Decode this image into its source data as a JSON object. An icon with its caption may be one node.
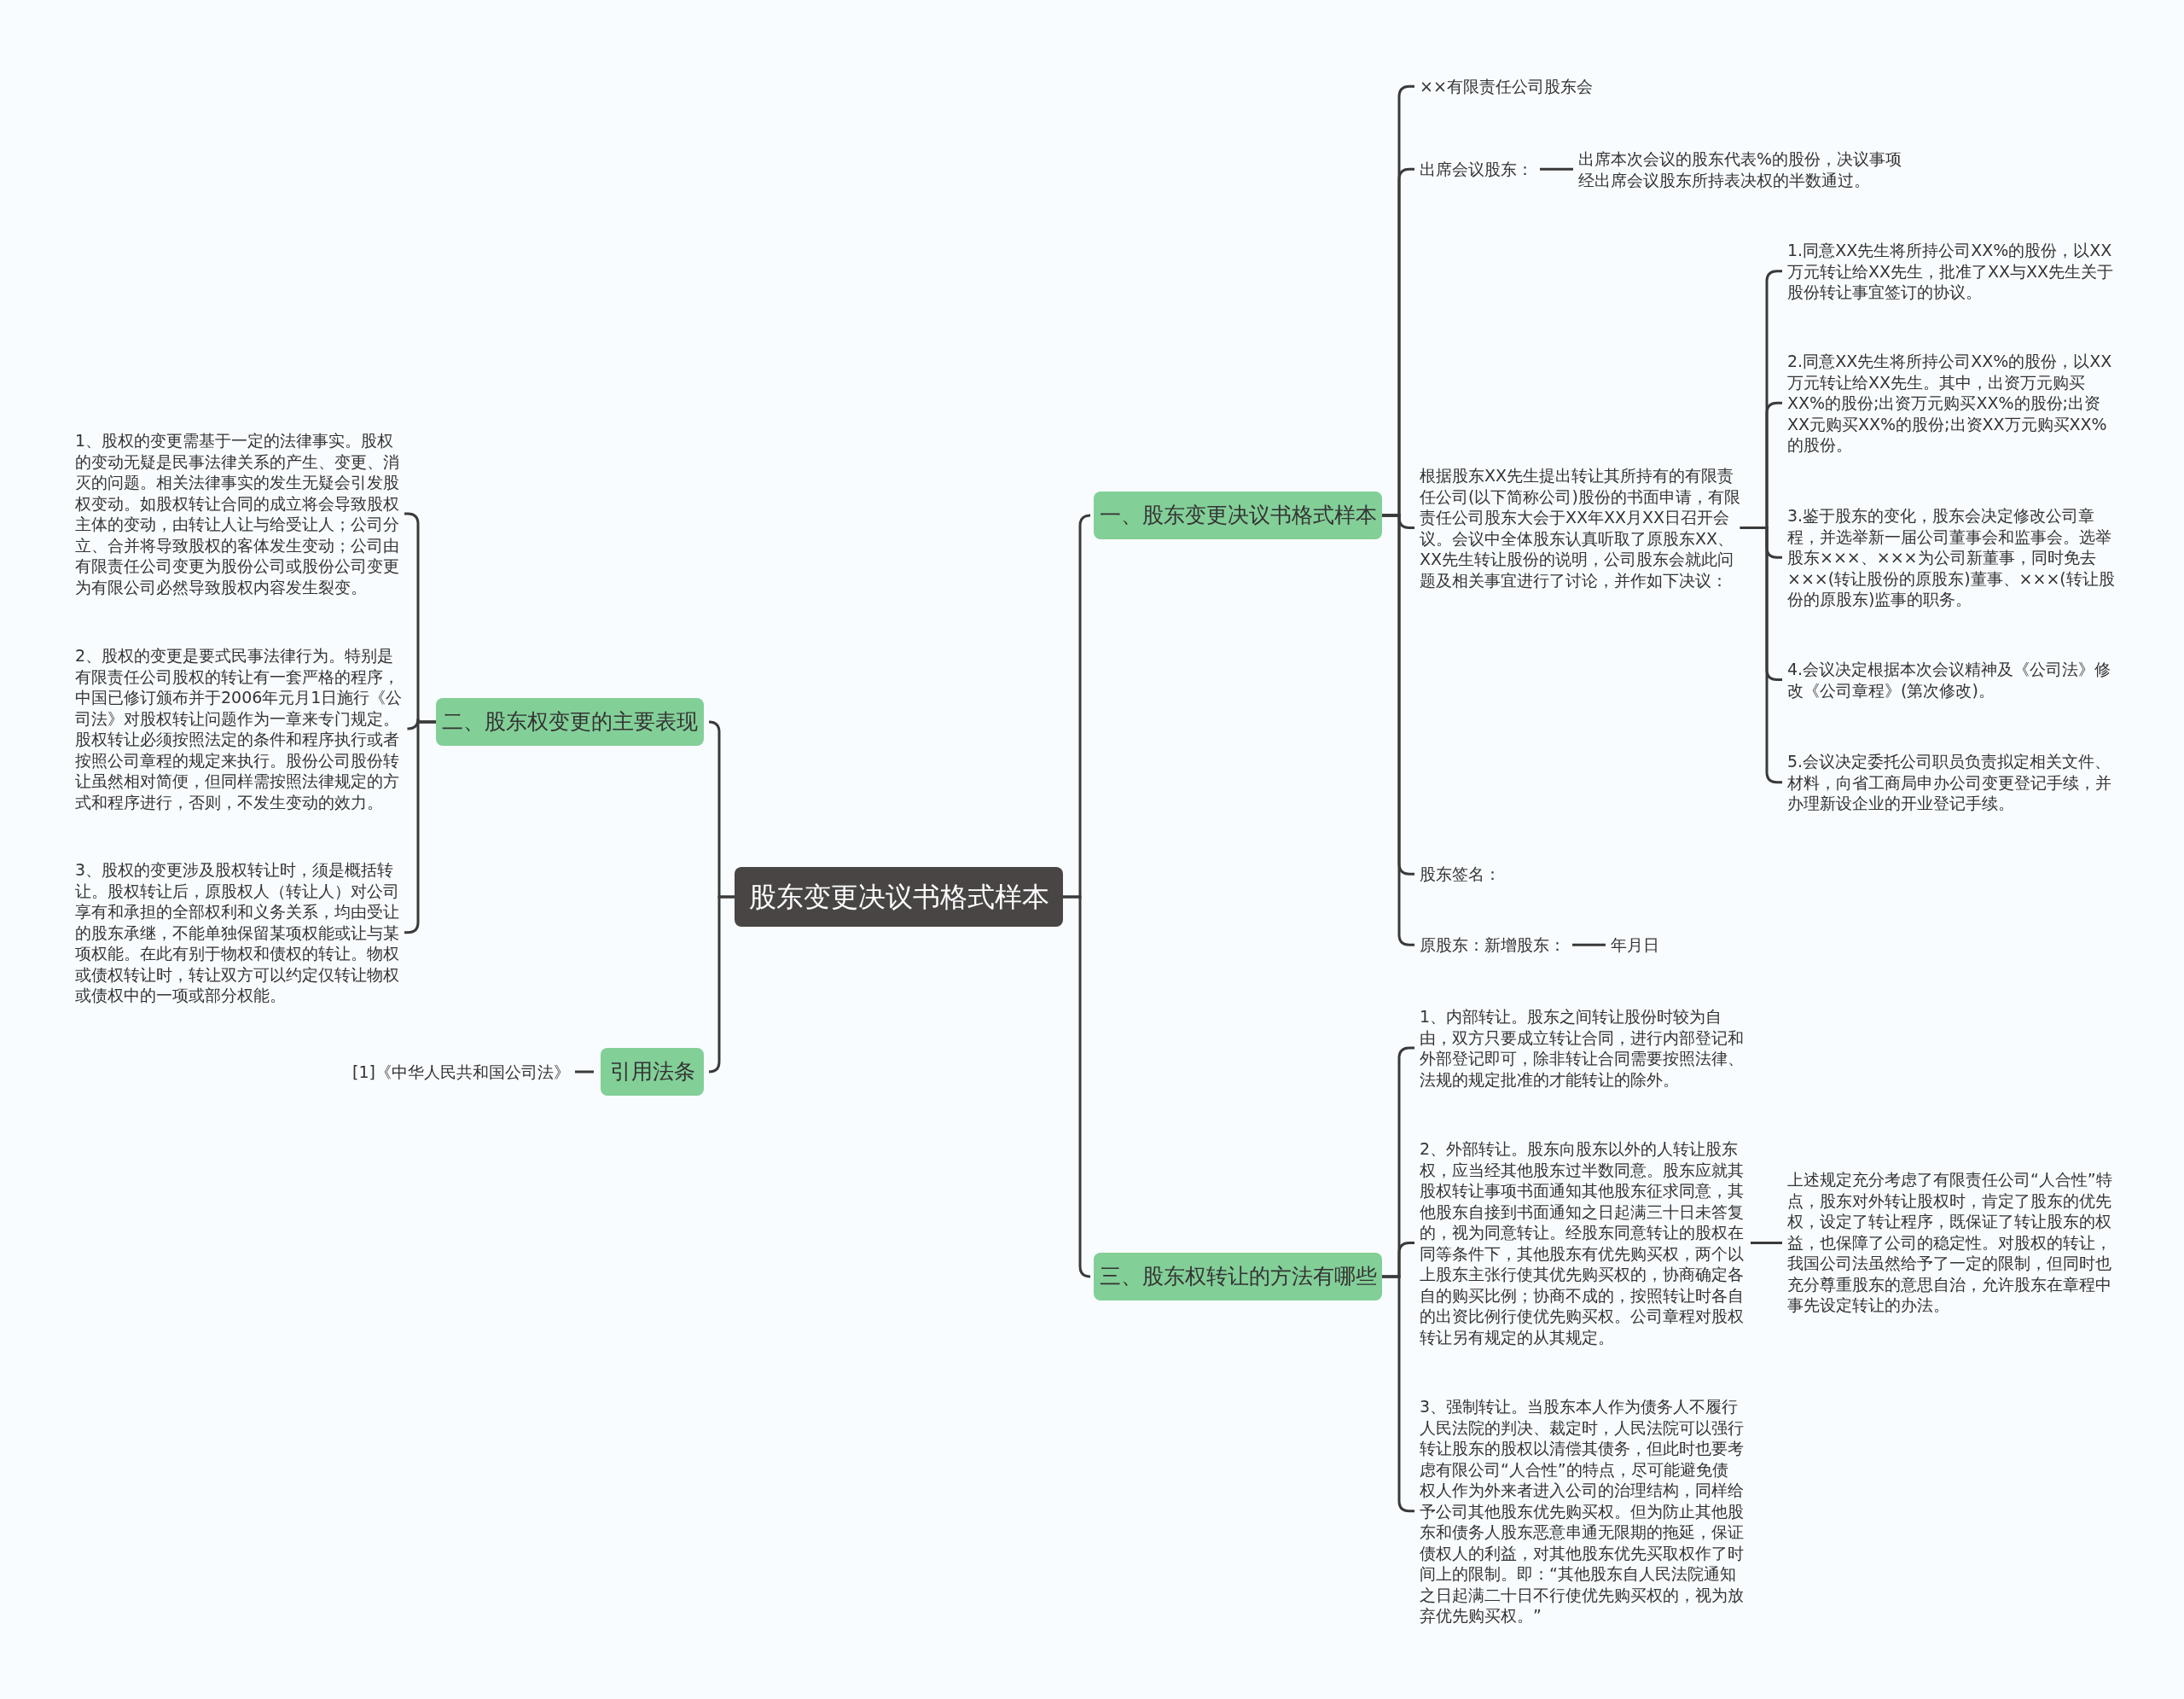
{
  "diagram": {
    "nodes": [
      {
        "text": [
          "股东变更决议书格式样本"
        ]
      },
      {
        "text": [
          "一、股东变更决议书格式样本"
        ]
      },
      {
        "text": [
          "二、股东权变更的主要表现"
        ]
      },
      {
        "text": [
          "引用法条"
        ]
      },
      {
        "text": [
          "三、股东权转让的方法有哪些"
        ]
      },
      {
        "text": [
          "××有限责任公司股东会"
        ]
      },
      {
        "text": [
          "出席会议股东："
        ]
      },
      {
        "text": [
          "出席本次会议的股东代表%的股份，决议事项经出席会议股东所持表决权的半数通过。"
        ]
      },
      {
        "text": [
          "根据股东XX先生提出转让其所持有的有限责任公司(以下简称公司)股份的书面申请，有限责任公司股东大会于XX年XX月XX日召开会议。会议中全体股东认真听取了原股东XX、XX先生转让股份的说明，公司股东会就此问题及相关事宜进行了讨论，并作如下决议："
        ]
      },
      {
        "text": [
          "1.同意XX先生将所持公司XX%的股份，以XX万元转让给XX先生，批准了XX与XX先生关于股份转让事宜签订的协议。"
        ]
      },
      {
        "text": [
          "2.同意XX先生将所持公司XX%的股份，以XX万元转让给XX先生。其中，出资万元购买XX%的股份;出资万元购买XX%的股份;出资XX元购买XX%的股份;出资XX万元购买XX%的股份。"
        ]
      },
      {
        "text": [
          "3.鉴于股东的变化，股东会决定修改公司章程，并选举新一届公司董事会和监事会。选举股东×××、×××为公司新董事，同时免去×××(转让股份的原股东)董事、×××(转让股份的原股东)监事的职务。"
        ]
      },
      {
        "text": [
          "4.会议决定根据本次会议精神及《公司法》修改《公司章程》(第次修改)。"
        ]
      },
      {
        "text": [
          "5.会议决定委托公司职员负责拟定相关文件、材料，向省工商局申办公司变更登记手续，并办理新设企业的开业登记手续。"
        ]
      },
      {
        "text": [
          "股东签名："
        ]
      },
      {
        "text": [
          "原股东：新增股东："
        ]
      },
      {
        "text": [
          "年月日"
        ]
      },
      {
        "text": [
          "1、股权的变更需基于一定的法律事实。股权的变动无疑是民事法律关系的产生、变更、消灭的问题。相关法律事实的发生无疑会引发股权变动。如股权转让合同的成立将会导致股权主体的变动，由转让人让与给受让人；公司分立、合并将导致股权的客体发生变动；公司由有限责任公司变更为股份公司或股份公司变更为有限公司必然导致股权内容发生裂变。"
        ]
      },
      {
        "text": [
          "2、股权的变更是要式民事法律行为。特别是有限责任公司股权的转让有一套严格的程序，中国已修订颁布并于2006年元月1日施行《公司法》对股权转让问题作为一章来专门规定。股权转让必须按照法定的条件和程序执行或者按照公司章程的规定来执行。股份公司股份转让虽然相对简便，但同样需按照法律规定的方式和程序进行，否则，不发生变动的效力。"
        ]
      },
      {
        "text": [
          "3、股权的变更涉及股权转让时，须是概括转让。股权转让后，原股权人（转让人）对公司享有和承担的全部权利和义务关系，均由受让的股东承继，不能单独保留某项权能或让与某项权能。在此有别于物权和债权的转让。物权或债权转让时，转让双方可以约定仅转让物权或债权中的一项或部分权能。"
        ]
      },
      {
        "text": [
          "[1]《中华人民共和国公司法》"
        ]
      },
      {
        "text": [
          "1、内部转让。股东之间转让股份时较为自由，双方只要成立转让合同，进行内部登记和外部登记即可，除非转让合同需要按照法律、法规的规定批准的才能转让的除外。"
        ]
      },
      {
        "text": [
          "2、外部转让。股东向股东以外的人转让股东权，应当经其他股东过半数同意。股东应就其股权转让事项书面通知其他股东征求同意，其他股东自接到书面通知之日起满三十日未答复的，视为同意转让。经股东同意转让的股权在同等条件下，其他股东有优先购买权，两个以上股东主张行使其优先购买权的，协商确定各自的购买比例；协商不成的，按照转让时各自的出资比例行使优先购买权。公司章程对股权转让另有规定的从其规定。"
        ]
      },
      {
        "text": [
          "3、强制转让。当股东本人作为债务人不履行人民法院的判决、裁定时，人民法院可以强行转让股东的股权以清偿其债务，但此时也要考虑有限公司“人合性”的特点，尽可能避免债权人作为外来者进入公司的治理结构，同样给予公司其他股东优先购买权。但为防止其他股东和债务人股东恶意串通无限期的拖延，保证债权人的利益，对其他股东优先买取权作了时间上的限制。即：“其他股东自人民法院通知之日起满二十日不行使优先购买权的，视为放弃优先购买权。”"
        ]
      },
      {
        "text": [
          "上述规定充分考虑了有限责任公司“人合性”特点，股东对外转让股权时，肯定了股东的优先权，设定了转让程序，既保证了转让股东的权益，也保障了公司的稳定性。对股权的转让，我国公司法虽然给予了一定的限制，但同时也充分尊重股东的意思自治，允许股东在章程中事先设定转让的办法。"
        ]
      }
    ],
    "edges": [
      {
        "from": 0,
        "to": 1,
        "arrow": "none"
      },
      {
        "from": 0,
        "to": 2,
        "arrow": "none"
      },
      {
        "from": 0,
        "to": 3,
        "arrow": "none"
      },
      {
        "from": 0,
        "to": 4,
        "arrow": "none"
      },
      {
        "from": 1,
        "to": 5,
        "arrow": "none"
      },
      {
        "from": 1,
        "to": 6,
        "arrow": "none"
      },
      {
        "from": 6,
        "to": 7,
        "arrow": "none"
      },
      {
        "from": 1,
        "to": 8,
        "arrow": "none"
      },
      {
        "from": 8,
        "to": 9,
        "arrow": "none"
      },
      {
        "from": 8,
        "to": 10,
        "arrow": "none"
      },
      {
        "from": 8,
        "to": 11,
        "arrow": "none"
      },
      {
        "from": 8,
        "to": 12,
        "arrow": "none"
      },
      {
        "from": 8,
        "to": 13,
        "arrow": "none"
      },
      {
        "from": 1,
        "to": 14,
        "arrow": "none"
      },
      {
        "from": 1,
        "to": 15,
        "arrow": "none"
      },
      {
        "from": 15,
        "to": 16,
        "arrow": "none"
      },
      {
        "from": 2,
        "to": 17,
        "arrow": "none"
      },
      {
        "from": 2,
        "to": 18,
        "arrow": "none"
      },
      {
        "from": 2,
        "to": 19,
        "arrow": "none"
      },
      {
        "from": 3,
        "to": 20,
        "arrow": "none"
      },
      {
        "from": 4,
        "to": 21,
        "arrow": "none"
      },
      {
        "from": 4,
        "to": 22,
        "arrow": "none"
      },
      {
        "from": 4,
        "to": 23,
        "arrow": "none"
      },
      {
        "from": 22,
        "to": 24,
        "arrow": "none"
      }
    ]
  }
}
